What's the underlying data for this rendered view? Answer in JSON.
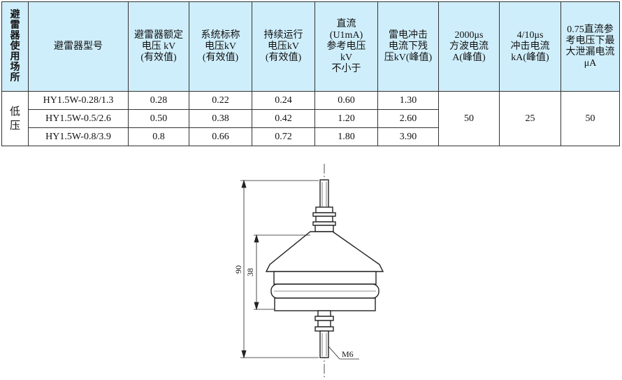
{
  "table": {
    "headers": [
      "避\n雷\n器\n使\n用\n场\n所",
      "避雷器型号",
      "避雷器额定\n电压 kV\n(有效值)",
      "系统标称\n电压kV\n(有效值)",
      "持续运行\n电压kV\n(有效值)",
      "直流\n(U1mA)\n参考电压\nkV\n不小于",
      "雷电冲击\n电流下残\n压kV(峰值)",
      "2000μs\n方波电流\nA(峰值)",
      "4/10μs\n冲击电流\nkA(峰值)",
      "0.75直流参\n考电压下最\n大泄漏电流\nμA"
    ],
    "usage": "低\n压",
    "rows": [
      [
        "HY1.5W-0.28/1.3",
        "0.28",
        "0.22",
        "0.24",
        "0.60",
        "1.30"
      ],
      [
        "HY1.5W-0.5/2.6",
        "0.50",
        "0.38",
        "0.42",
        "1.20",
        "2.60"
      ],
      [
        "HY1.5W-0.8/3.9",
        "0.8",
        "0.66",
        "0.72",
        "1.80",
        "3.90"
      ]
    ],
    "shared": {
      "square_wave_current": "50",
      "impulse_current": "25",
      "leakage_current": "50"
    }
  },
  "drawing": {
    "dim_overall": "90",
    "dim_body": "38",
    "thread_label": "M6"
  },
  "colors": {
    "header_bg": "#cfeefb",
    "line": "#333333"
  }
}
